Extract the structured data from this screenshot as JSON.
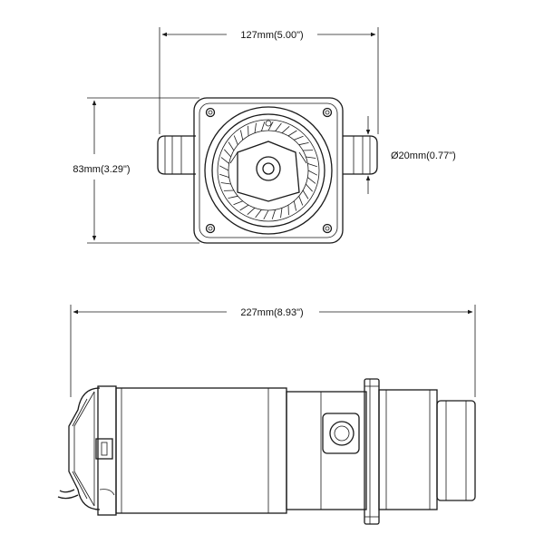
{
  "dimensions": {
    "top_width": "127mm(5.00\")",
    "height": "83mm(3.29\")",
    "port_diameter": "Ø20mm(0.77\")",
    "overall_length": "227mm(8.93\")"
  }
}
